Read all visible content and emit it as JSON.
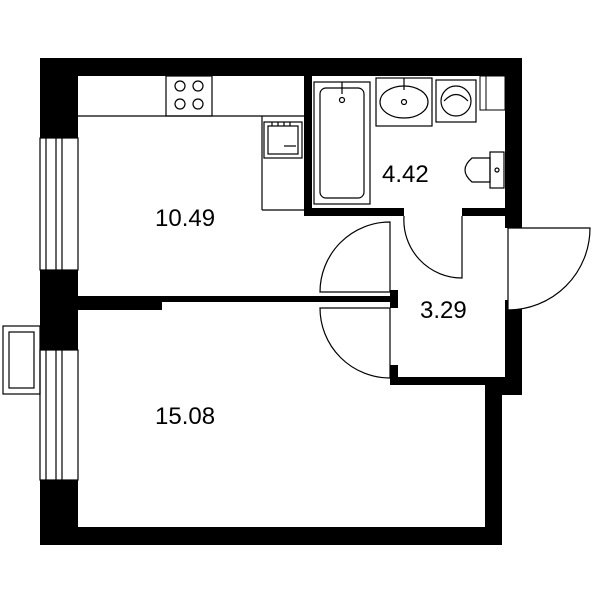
{
  "floor_plan": {
    "colors": {
      "wall": "#000000",
      "line": "#000000",
      "background": "#ffffff"
    },
    "rooms": [
      {
        "id": "kitchen",
        "area": "10.49"
      },
      {
        "id": "bathroom",
        "area": "4.42"
      },
      {
        "id": "hallway",
        "area": "3.29"
      },
      {
        "id": "living-room",
        "area": "15.08"
      }
    ],
    "icons": [
      "stove-icon",
      "sink-icon",
      "bathtub-icon",
      "washbasin-icon",
      "washing-machine-icon",
      "toilet-icon",
      "window-icon",
      "door-icon",
      "balcony-icon"
    ]
  }
}
